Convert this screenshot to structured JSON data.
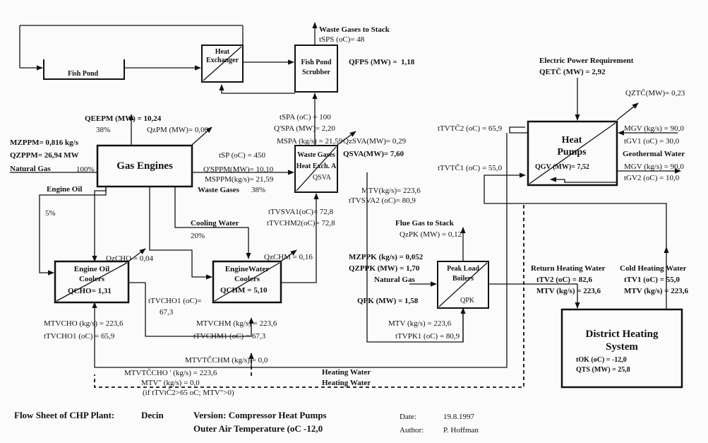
{
  "units": {
    "fish_pond": {
      "label": "Fish Pond"
    },
    "heat_exchanger": {
      "label_line1": "Heat",
      "label_line2": "Exchanger"
    },
    "scrubber": {
      "label_line1": "Fish Pond",
      "label_line2": "Scrubber"
    },
    "gas_engines": {
      "label": "Gas Engines"
    },
    "waste_gases_hx": {
      "label_line1": "Waste Gases",
      "label_line2": "Heat Exch. A",
      "label_line3": "QSVA"
    },
    "heat_pumps": {
      "label_line1": "Heat",
      "label_line2": "Pumps",
      "qgv": "QGV (MW)= 7,52"
    },
    "engine_oil_coolers": {
      "label_line1": "Engine Oil",
      "label_line2": "Coolers",
      "q": "QCHO= 1,31"
    },
    "engine_water_coolers": {
      "label_line1": "EngineWater",
      "label_line2": "Coolers",
      "q": "QCHM = 5,10"
    },
    "peak_load_boilers": {
      "label_line1": "Peak Load",
      "label_line2": "Boilers",
      "q": "QPK"
    },
    "district_heating": {
      "label_line1": "District Heating",
      "label_line2": "System",
      "tok": "tOK (oC) = -12,0",
      "qts": "QTS (MW) = 25,8"
    }
  },
  "labels": {
    "waste_gases_stack": "Waste Gases to Stack",
    "tsps": "tSPS (oC)= 48",
    "qfps_name": "QFPS (MW) =",
    "qfps_val": "1,18",
    "electric_power": "Electric Power Requirement",
    "qetc": "QETČ (MW) = 2,92",
    "qztc": "QZTČ(MW)= 0,23",
    "qeepm": "QEEPM (MW) = 10,24",
    "pct38_top": "38%",
    "qzpm": "QzPM (MW)= 0,00",
    "tspa": "tSPA (oC) = 100",
    "qspa": "Q'SPA (MW)= 2,20",
    "mspa": "MSPA (kg/s) = 21,59",
    "qzsva": "QzSVA(MW)= 0,29",
    "qsva": "QSVA(MW)= 7,60",
    "mzppm": "MZPPM= 0,816 kg/s",
    "qzppm": "QZPPM= 26,94 MW",
    "natural_gas_left": "Natural Gas",
    "pct100": "100%",
    "tsp": "tSP (oC) = 450",
    "qsppm": "Q'SPPM(MW)= 10,10",
    "msppm": "MSPPM(kg/s)= 21,59",
    "waste_gases": "Waste Gases",
    "pct38_wg": "38%",
    "engine_oil": "Engine Oil",
    "pct5": "5%",
    "ttvtc2": "tTVTČ2 (oC) = 65,9",
    "ttvtc1": "tTVTČ1 (oC) = 55,0",
    "mgv1": "MGV (kg/s) = 90,0",
    "tgv1": "tGV1 (oC) = 30,0",
    "geothermal": "Geothermal Water",
    "mgv2": "MGV (kg/s) = 90,0",
    "tgv2": "tGV2 (oC) = 10,0",
    "mtv_hx": "MTV(kg/s)= 223,6",
    "ttvsva2": "tTVSVA2 (oC)= 80,9",
    "ttvsva1": "tTVSVA1(oC)= 72,8",
    "ttvchm2": "tTVCHM2(oC)= 72,8",
    "cooling_water": "Cooling Water",
    "pct20": "20%",
    "flue_gas_stack": "Flue Gas to Stack",
    "qzpk": "QzPK (MW) = 0,12",
    "qzcho": "QzCHO = 0,04",
    "qzchm": "QzCHM = 0,16",
    "mzppk": "MZPPK (kg/s) = 0,052",
    "qzppk": "QZPPK (MW) = 1,70",
    "natural_gas_right": "Natural Gas",
    "qpk": "QPK (MW) = 1,58",
    "return_heating": "Return Heating Water",
    "ttv2": "tTV2 (oC) = 82,6",
    "mtv_return": "MTV (kg/s) = 223,6",
    "cold_heating": "Cold Heating Water",
    "ttv1": "tTV1 (oC) = 55,0",
    "mtv_cold": "MTV (kg/s) = 223,6",
    "ttvcho1_a": "tTVCHO1 (oC)=",
    "ttvcho1_b": "67,3",
    "mtvcho": "MTVCHO (kg/s) = 223,6",
    "ttvcho1_left": "tTVCHO1 (oC) = 65,9",
    "mtvchm": "MTVCHM (kg/s) = 223,6",
    "ttvchm1": "tTVCHM1 (oC) = 67,3",
    "mtv_pk": "MTV (kg/s) = 223,6",
    "ttvpk1": "tTVPK1 (oC) = 80,9",
    "mtvtcchm": "MTVTČCHM (kg/s) = 0,0",
    "mtvtccho": "MTVTČCHO ' (kg/s) = 223,6",
    "heating_water_1": "Heating Water",
    "mtv2": "MTV\" (kg/s) = 0,0",
    "condition": "(if tTVtČ2>65 oC; MTV\">0)",
    "heating_water_2": "Heating Water"
  },
  "footer": {
    "title": "Flow Sheet of CHP Plant:",
    "plant": "Decin",
    "version": "Version: Compressor Heat Pumps",
    "outer_air": "Outer Air Temperature (oC  -12,0",
    "date_label": "Date:",
    "date": "19.8.1997",
    "author_label": "Author:",
    "author": "P. Hoffman"
  }
}
